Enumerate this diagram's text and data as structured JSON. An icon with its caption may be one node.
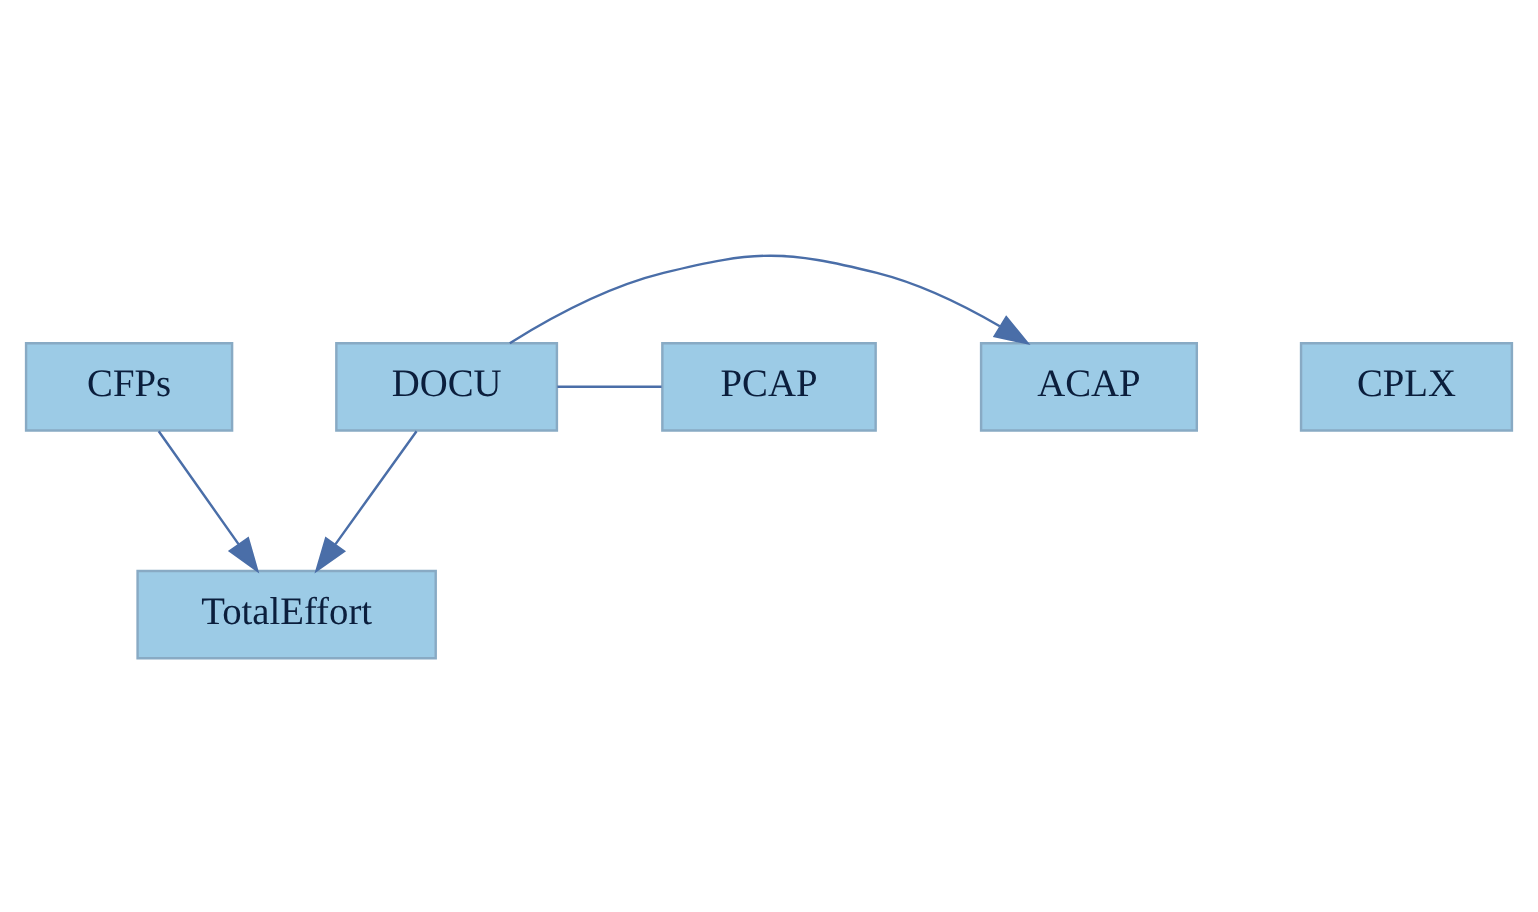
{
  "diagram": {
    "nodes": [
      {
        "text": [
          "CFPs"
        ]
      },
      {
        "text": [
          "CPLX"
        ]
      },
      {
        "text": [
          "ACAP"
        ]
      },
      {
        "text": [
          "DOCU"
        ]
      },
      {
        "text": [
          "PCAP"
        ]
      },
      {
        "text": [
          "TotalEffort"
        ]
      }
    ],
    "edges": [
      {
        "from": 0,
        "to": 5,
        "arrow": "to"
      },
      {
        "from": 3,
        "to": 2,
        "arrow": "to"
      },
      {
        "from": 3,
        "to": 4,
        "arrow": "none"
      },
      {
        "from": 3,
        "to": 5,
        "arrow": "to"
      }
    ]
  }
}
